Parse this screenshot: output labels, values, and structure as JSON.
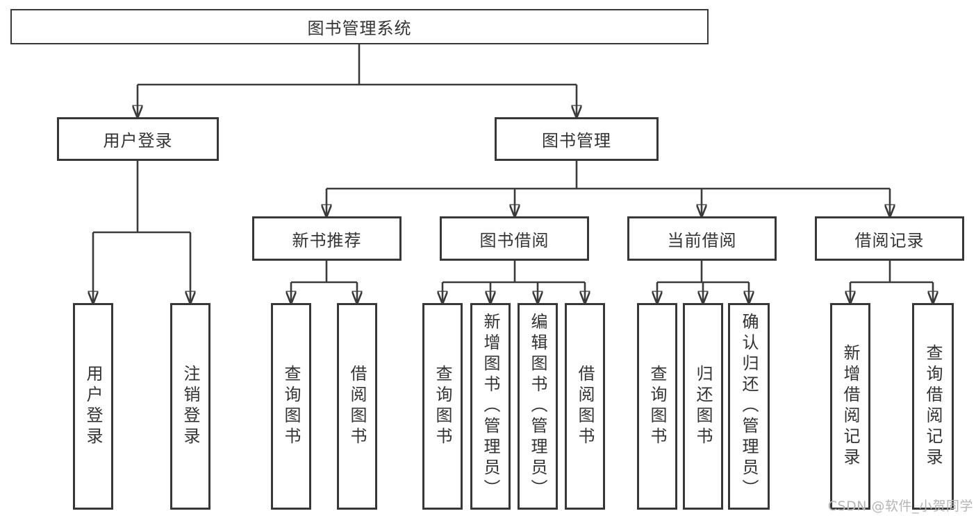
{
  "diagram": {
    "type": "tree-hierarchy",
    "colors": {
      "line": "#3a3a3a",
      "box_border": "#383838",
      "box_bg": "#ffffff",
      "text": "#333333",
      "watermark": "#b5b5b5"
    },
    "tree": {
      "label": "图书管理系统",
      "children": [
        {
          "label": "用户登录",
          "children": [
            {
              "label": "用户登录"
            },
            {
              "label": "注销登录"
            }
          ]
        },
        {
          "label": "图书管理",
          "children": [
            {
              "label": "新书推荐",
              "children": [
                {
                  "label": "查询图书"
                },
                {
                  "label": "借阅图书"
                }
              ]
            },
            {
              "label": "图书借阅",
              "children": [
                {
                  "label": "查询图书"
                },
                {
                  "label": "新增图书（管理员）"
                },
                {
                  "label": "编辑图书（管理员）"
                },
                {
                  "label": "借阅图书"
                }
              ]
            },
            {
              "label": "当前借阅",
              "children": [
                {
                  "label": "查询图书"
                },
                {
                  "label": "归还图书"
                },
                {
                  "label": "确认归还（管理员）"
                }
              ]
            },
            {
              "label": "借阅记录",
              "children": [
                {
                  "label": "新增借阅记录"
                },
                {
                  "label": "查询借阅记录"
                }
              ]
            }
          ]
        }
      ]
    },
    "watermark": {
      "text": "CSDN @软件_小贺同学"
    }
  }
}
